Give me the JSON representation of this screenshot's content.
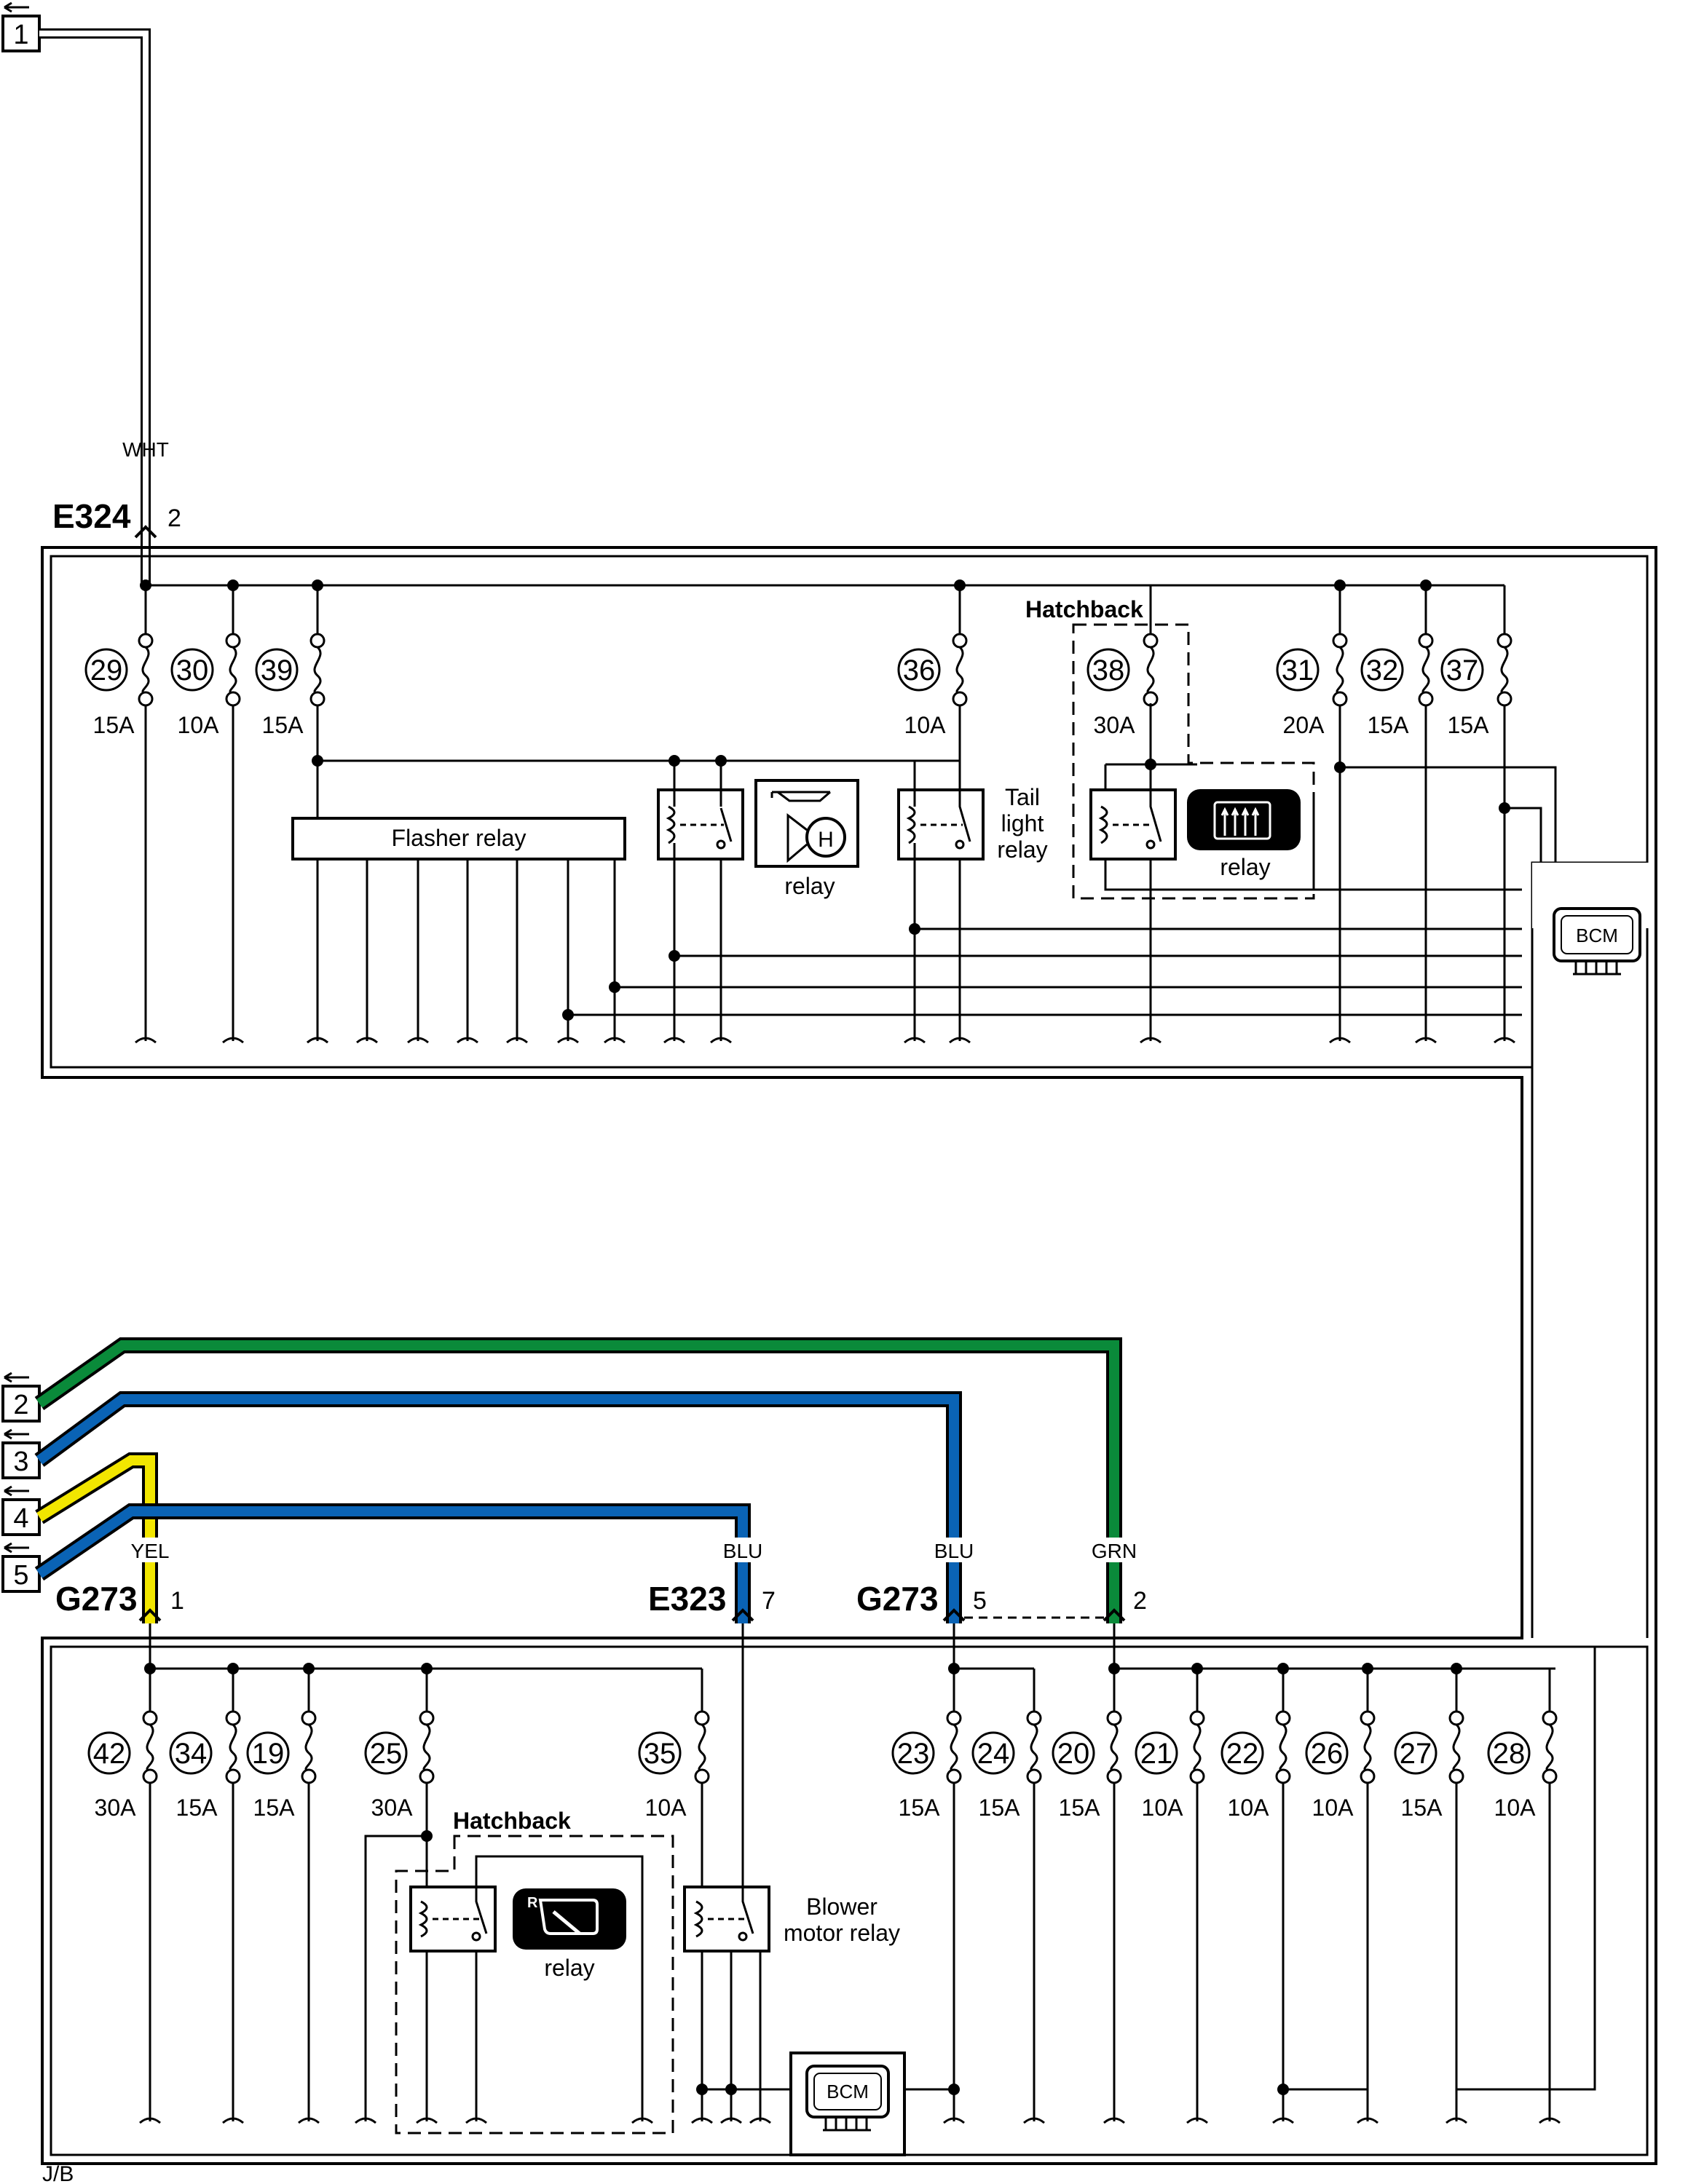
{
  "diagram": {
    "jb_label": "J/B",
    "bcm_label": "BCM",
    "relay_word": "relay",
    "hatchback_label": "Hatchback",
    "flasher_relay_label": "Flasher relay",
    "tail_light_relay_label": [
      "Tail",
      "light",
      "relay"
    ],
    "blower_relay_label": [
      "Blower",
      "motor relay"
    ],
    "rear_wiper_icon_letter": "R",
    "horn_icon_letter": "H",
    "connectors": [
      {
        "id": "E324",
        "pin": "2"
      },
      {
        "id": "G273",
        "pin": "1"
      },
      {
        "id": "E323",
        "pin": "7"
      },
      {
        "id": "G273",
        "pin": "5"
      },
      {
        "id": "G273",
        "pin": "2"
      }
    ],
    "wire_colors": {
      "E324_2": "WHT",
      "G273_1": "YEL",
      "E323_7": "BLU",
      "G273_5": "BLU",
      "G273_2": "GRN"
    },
    "colors": {
      "yellow": "#f2e600",
      "blue": "#0a63b5",
      "green": "#0a8a3a",
      "white_wire": "#ffffff"
    },
    "off_page_refs": [
      "1",
      "2",
      "3",
      "4",
      "5"
    ],
    "upper_fuses": [
      {
        "num": "29",
        "amp": "15A"
      },
      {
        "num": "30",
        "amp": "10A"
      },
      {
        "num": "39",
        "amp": "15A"
      },
      {
        "num": "36",
        "amp": "10A"
      },
      {
        "num": "38",
        "amp": "30A"
      },
      {
        "num": "31",
        "amp": "20A"
      },
      {
        "num": "32",
        "amp": "15A"
      },
      {
        "num": "37",
        "amp": "15A"
      }
    ],
    "lower_fuses": [
      {
        "num": "42",
        "amp": "30A"
      },
      {
        "num": "34",
        "amp": "15A"
      },
      {
        "num": "19",
        "amp": "15A"
      },
      {
        "num": "25",
        "amp": "30A"
      },
      {
        "num": "35",
        "amp": "10A"
      },
      {
        "num": "23",
        "amp": "15A"
      },
      {
        "num": "24",
        "amp": "15A"
      },
      {
        "num": "20",
        "amp": "15A"
      },
      {
        "num": "21",
        "amp": "10A"
      },
      {
        "num": "22",
        "amp": "10A"
      },
      {
        "num": "26",
        "amp": "10A"
      },
      {
        "num": "27",
        "amp": "15A"
      },
      {
        "num": "28",
        "amp": "10A"
      }
    ]
  }
}
